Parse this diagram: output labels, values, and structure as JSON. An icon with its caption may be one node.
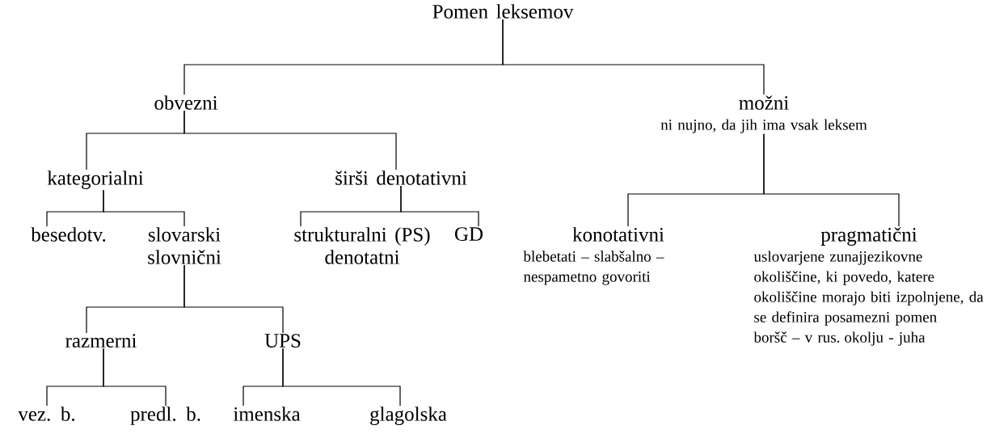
{
  "diagram": {
    "nodes": [
      {
        "text": [
          "Pomen leksemov"
        ]
      },
      {
        "text": [
          "obvezni"
        ]
      },
      {
        "text": [
          "možni",
          "ni nujno, da jih ima vsak leksem"
        ]
      },
      {
        "text": [
          "kategorialni"
        ]
      },
      {
        "text": [
          "širši denotativni"
        ]
      },
      {
        "text": [
          "besedotv."
        ]
      },
      {
        "text": [
          "slovarski slovnični"
        ]
      },
      {
        "text": [
          "strukturalni (PS) denotatni"
        ]
      },
      {
        "text": [
          "GD"
        ]
      },
      {
        "text": [
          "razmerni"
        ]
      },
      {
        "text": [
          "UPS"
        ]
      },
      {
        "text": [
          "vez. b."
        ]
      },
      {
        "text": [
          "predl. b."
        ]
      },
      {
        "text": [
          "imenska"
        ]
      },
      {
        "text": [
          "glagolska"
        ]
      },
      {
        "text": [
          "konotativni",
          "blebetati – slabšalno – nespametno govoriti"
        ]
      },
      {
        "text": [
          "pragmatični",
          "uslovarjene zunajjezikovne okoliščine, ki povedo, katere okoliščine morajo biti izpolnjene, da se definira posamezni pomen",
          "boršč – v rus. okolju - juha"
        ]
      }
    ],
    "edges": [
      {
        "from": 0,
        "to": 1,
        "arrow": "none"
      },
      {
        "from": 0,
        "to": 2,
        "arrow": "none"
      },
      {
        "from": 1,
        "to": 3,
        "arrow": "none"
      },
      {
        "from": 1,
        "to": 4,
        "arrow": "none"
      },
      {
        "from": 3,
        "to": 5,
        "arrow": "none"
      },
      {
        "from": 3,
        "to": 6,
        "arrow": "none"
      },
      {
        "from": 4,
        "to": 7,
        "arrow": "none"
      },
      {
        "from": 4,
        "to": 8,
        "arrow": "none"
      },
      {
        "from": 6,
        "to": 9,
        "arrow": "none"
      },
      {
        "from": 6,
        "to": 10,
        "arrow": "none"
      },
      {
        "from": 9,
        "to": 11,
        "arrow": "none"
      },
      {
        "from": 9,
        "to": 12,
        "arrow": "none"
      },
      {
        "from": 10,
        "to": 13,
        "arrow": "none"
      },
      {
        "from": 10,
        "to": 14,
        "arrow": "none"
      },
      {
        "from": 2,
        "to": 15,
        "arrow": "none"
      },
      {
        "from": 2,
        "to": 16,
        "arrow": "none"
      }
    ]
  }
}
